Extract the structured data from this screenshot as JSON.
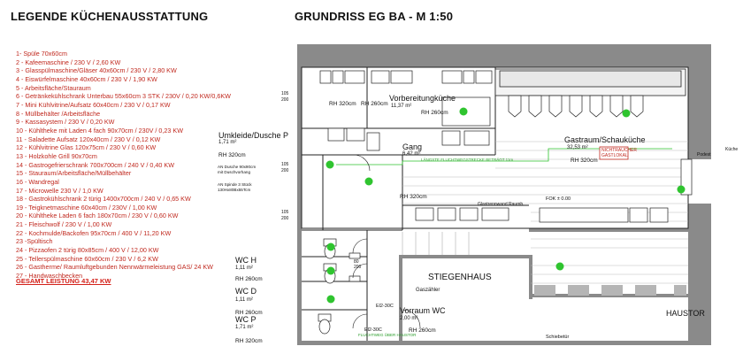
{
  "legend_title": "LEGENDE KÜCHENAUSSTATTUNG",
  "plan_title": "GRUNDRISS  EG BA - M 1:50",
  "legend": [
    "1-  Spüle 70x60cm",
    "2 -  Kafeemaschine / 230 V / 2,60 KW",
    "3 -  Glasspülmaschine/Gläser 40x60cm / 230 V / 2,80 KW",
    "4 -  Eiswürfelmaschine 40x60cm / 230 V / 1,90 KW",
    "5 -  Arbeitsfläche/Stauraum",
    "6 -  Getränkekühlschrank Unterbau 55x60cm 3 STK  / 230V / 0,20 KW/0,6KW",
    "7 -  Mini Kühlvitrine/Aufsatz 60x40cm / 230 V / 0,17 KW",
    "8 -  Müllbehälter /Arbeitsfläche",
    "9 -  Kassasystem / 230 V / 0,20 KW",
    "10 - Kühltheke mit Laden 4 fach 90x70cm / 230V / 0,23 KW",
    "11 - Saladette Aufsatz 120x40cm / 230 V / 0,12 KW",
    "12 - Kühlvitrine Glas 120x75cm / 230 V / 0,60 KW",
    "13 - Holzkohle Grill 90x70cm",
    "14 - Gastrogefrierschrank 700x700cm / 240 V / 0,40 KW",
    "15 - Stauraum/Arbeitsfläche/Müllbehälter",
    "16 - Wandregal",
    "17 - Microwelle 230 V / 1,0 KW",
    "18 - Gastrokühlschrank 2 türig 1400x700cm / 240 V / 0,65 KW",
    "19 - Teigknetmaschine 60x40cm / 230V / 1,00 KW",
    "20 - Kühltheke Laden 6 fach 180x70cm / 230 V / 0,60 KW",
    "21 - Fleischwolf / 230 V / 1,00 KW",
    "22 - Kochmulde/Backofen  95x70cm / 400 V / 11,20 KW",
    "23 -Spültisch",
    "24 - Pizzaofen 2 türig 80x85cm / 400 V / 12,00 KW",
    "25 - Tellerspülmaschine 60x60cm / 230 V / 6,2 KW",
    "26 - Gastherme/ Raumluftgebunden Nennwärmeleistung GAS/ 24 KW",
    "27 - Handwaschbecken"
  ],
  "total": "GESAMT LEISTUNG  43,47 KW",
  "rooms": {
    "vorbereitung": {
      "name": "Vorbereitungküche",
      "area": "11,37 m²",
      "rh1": "RH 320cm",
      "rh2": "RH 260cm",
      "rh3": "RH 260cm"
    },
    "gastraum": {
      "name": "Gastraum/Schauküche",
      "area": "32,53 m²",
      "rh": "RH 320cm"
    },
    "umkleide": {
      "name": "Umkleide/Dusche P",
      "area": "1,71 m²",
      "rh": "RH 320cm"
    },
    "gang": {
      "name": "Gang",
      "area": "6,42 m²",
      "rh": "RH 320cm"
    },
    "wch": {
      "name": "WC H",
      "area": "1,11 m²",
      "rh": "RH 260cm"
    },
    "wcd": {
      "name": "WC D",
      "area": "1,11 m²",
      "rh": "RH 260cm"
    },
    "wcp": {
      "name": "WC P",
      "area": "1,71 m²",
      "rh": "RH 320cm"
    },
    "stiegenhaus": {
      "name": "STIEGENHAUS"
    },
    "vorraum": {
      "name": "Vorraum WC",
      "area": "2,00 m²",
      "rh": "RH 260cm"
    },
    "haustor": {
      "name": "HAUSTOR"
    }
  },
  "notes": {
    "an_dusche": "AN Dusche 90x90cm",
    "duschvorhang": "mit Duschvorhang",
    "an_spinde": "AN Spinde 3 Stück",
    "spinde_mass": "130Hx80Bx55Tcm",
    "gaszaehler": "Gaszähler",
    "schiebetuer": "Schiebetür",
    "el1": "El2-30C",
    "el2": "El2-30C",
    "fbk": "FOK ± 0.00",
    "fluchtweg": "LÄNGSTE FLUCHTWEGSTRECKE BETRÄGT 11m",
    "fluchtweg2": "FLUCHTWEG ÜBER HAUSTOR",
    "nichtraucher1": "NICHTRAUCHER",
    "nichtraucher2": "GASTLOKAL",
    "glastrennwand": "Glastrennwand Raumh.",
    "podest": "Podest",
    "kueche": "Küche"
  },
  "dims": {
    "d1": "105",
    "d2": "200",
    "d3": "80",
    "d4": "200"
  }
}
